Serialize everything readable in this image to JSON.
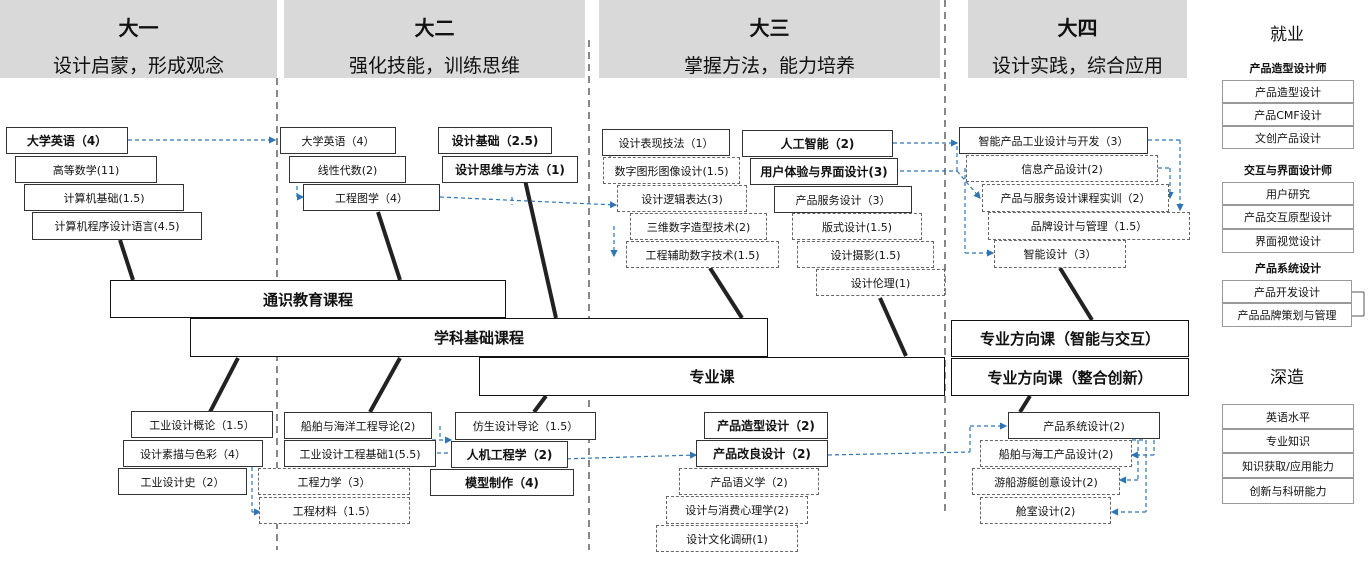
{
  "headers": [
    {
      "title": "大一",
      "subtitle": "设计启蒙，形成观念"
    },
    {
      "title": "大二",
      "subtitle": "强化技能，训练思维"
    },
    {
      "title": "大三",
      "subtitle": "掌握方法，能力培养"
    },
    {
      "title": "大四",
      "subtitle": "设计实践，综合应用"
    }
  ],
  "categories": {
    "general": "通识教育课程",
    "foundation": "学科基础课程",
    "major": "专业课",
    "dir1": "专业方向课（智能与交互）",
    "dir2": "专业方向课（整合创新）"
  },
  "courses": {
    "y1_top": [
      "大学英语（4）",
      "高等数学(11)",
      "计算机基础(1.5)",
      "计算机程序设计语言(4.5)"
    ],
    "y1_bottom": [
      "工业设计概论（1.5）",
      "设计素描与色彩（4）",
      "工业设计史（2）"
    ],
    "y2_top_left": [
      "大学英语（4）",
      "线性代数(2)",
      "工程图学（4）"
    ],
    "y2_top_right": [
      "设计基础（2.5)",
      "设计思维与方法（1)"
    ],
    "y2_bottom_left": [
      "船舶与海洋工程导论(2)",
      "工业设计工程基础1(5.5)",
      "工程力学（3）",
      "工程材料（1.5）"
    ],
    "y2_bottom_right": [
      "仿生设计导论（1.5）",
      "人机工程学（2)",
      "模型制作（4)"
    ],
    "y3_top_left": [
      "设计表现技法（1）",
      "数字图形图像设计(1.5)",
      "设计逻辑表达(3)",
      "三维数字造型技术(2)",
      "工程辅助数字技术(1.5)"
    ],
    "y3_top_right": [
      "人工智能（2)",
      "用户体验与界面设计(3)",
      "产品服务设计（3）",
      "版式设计(1.5)",
      "设计摄影(1.5)",
      "设计伦理(1)"
    ],
    "y3_bottom": [
      "产品造型设计（2)",
      "产品改良设计（2)",
      "产品语义学（2)",
      "设计与消费心理学(2)",
      "设计文化调研(1)"
    ],
    "y4_top": [
      "智能产品工业设计与开发（3）",
      "信息产品设计(2)",
      "产品与服务设计课程实训（2）",
      "品牌设计与管理（1.5）",
      "智能设计（3）"
    ],
    "y4_bottom": [
      "产品系统设计(2)",
      "船舶与海工产品设计(2)",
      "游船游艇创意设计(2)",
      "舱室设计(2)"
    ]
  },
  "right_panel": {
    "employment_title": "就业",
    "groups": [
      {
        "title": "产品造型设计师",
        "items": [
          "产品造型设计",
          "产品CMF设计",
          "文创产品设计"
        ]
      },
      {
        "title": "交互与界面设计师",
        "items": [
          "用户研究",
          "产品交互原型设计",
          "界面视觉设计"
        ]
      },
      {
        "title": "产品系统设计",
        "items": [
          "产品开发设计",
          "产品品牌策划与管理"
        ]
      }
    ],
    "study_title": "深造",
    "study_items": [
      "英语水平",
      "专业知识",
      "知识获取/应用能力",
      "创新与科研能力"
    ]
  },
  "colors": {
    "header_bg": "#d9d9d9",
    "arrow": "#2e75b6",
    "spine": "#222222"
  }
}
